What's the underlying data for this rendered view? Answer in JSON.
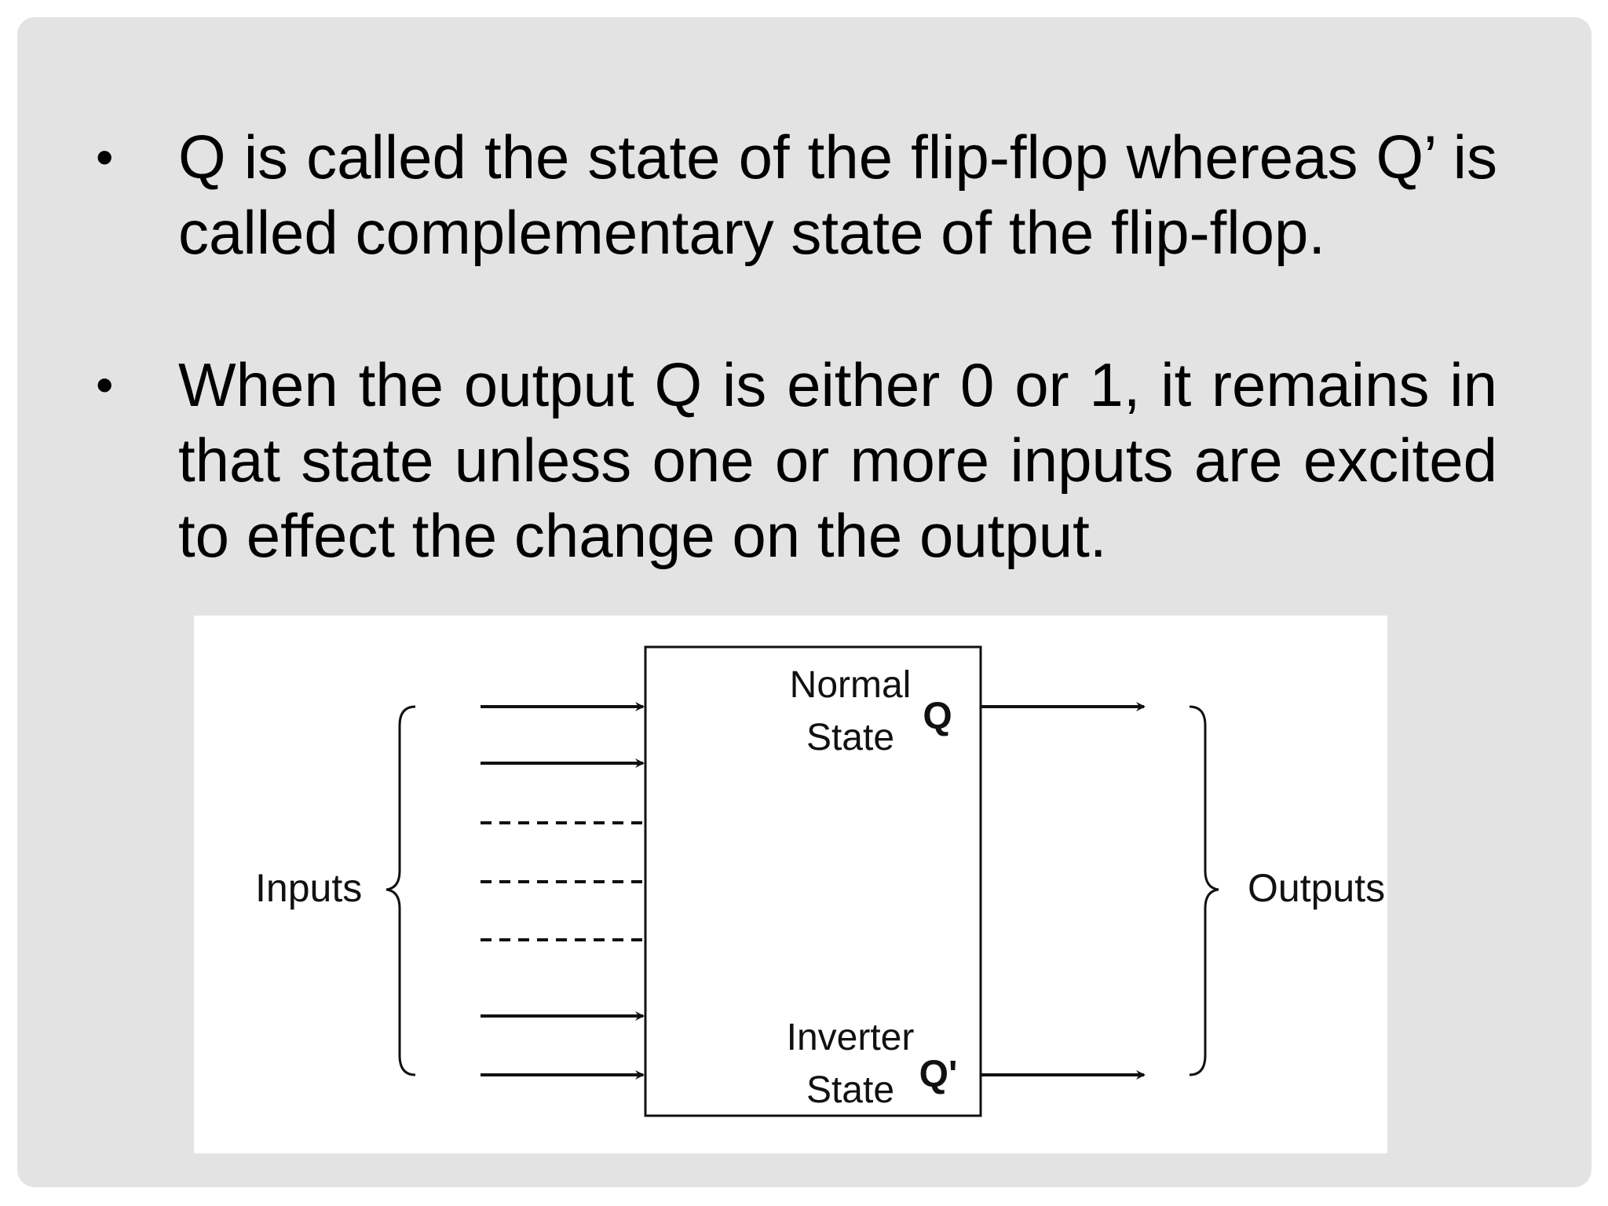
{
  "bullets": [
    {
      "marker": "•",
      "text": "Q is called the state of the flip-flop whereas Q’ is called complementary state of the flip-flop."
    },
    {
      "marker": "•",
      "text": "When the output Q is either 0 or 1, it remains in that state unless one or more inputs are excited to effect the change on the output."
    }
  ],
  "diagram": {
    "inputs_label": "Inputs",
    "outputs_label": "Outputs",
    "normal_state_line1": "Normal",
    "normal_state_line2": "State",
    "inverter_state_line1": "Inverter",
    "inverter_state_line2": "State",
    "q_label": "Q",
    "q_prime_label": "Q'"
  }
}
